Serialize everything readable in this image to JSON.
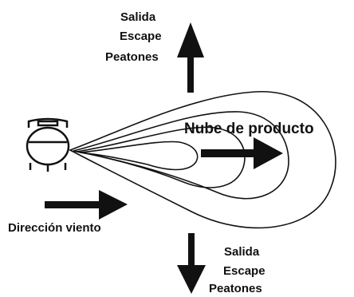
{
  "labels": {
    "top_exit_line1": "Salida",
    "top_exit_line2": "Escape",
    "top_exit_line3": "Peatones",
    "cloud": "Nube de producto",
    "wind": "Dirección viento",
    "bottom_exit_line1": "Salida",
    "bottom_exit_line2": "Escape",
    "bottom_exit_line3": "Peatones"
  },
  "colors": {
    "ink": "#111111",
    "background": "#ffffff"
  },
  "icons": {
    "tank": "storage-tank-icon",
    "up_arrow": "arrow-up-icon",
    "down_arrow": "arrow-down-icon",
    "right_arrow": "arrow-right-icon"
  }
}
